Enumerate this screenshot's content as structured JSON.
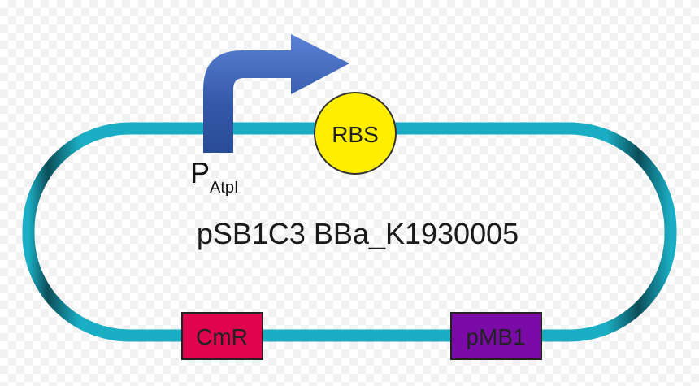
{
  "plasmid": {
    "name": "pSB1C3 BBa_K1930005"
  },
  "parts": {
    "promoter": {
      "main": "P",
      "subscript": "AtpI"
    },
    "rbs": {
      "label": "RBS"
    },
    "cmr": {
      "label": "CmR"
    },
    "pmb1": {
      "label": "pMB1"
    }
  },
  "colors": {
    "backbone_light": "#1aaec4",
    "backbone_dark": "#0c4e59",
    "promoter_arrow": "#3b63b5",
    "rbs": "#ffee00",
    "cmr": "#e0044e",
    "pmb1": "#7a0ba6"
  }
}
